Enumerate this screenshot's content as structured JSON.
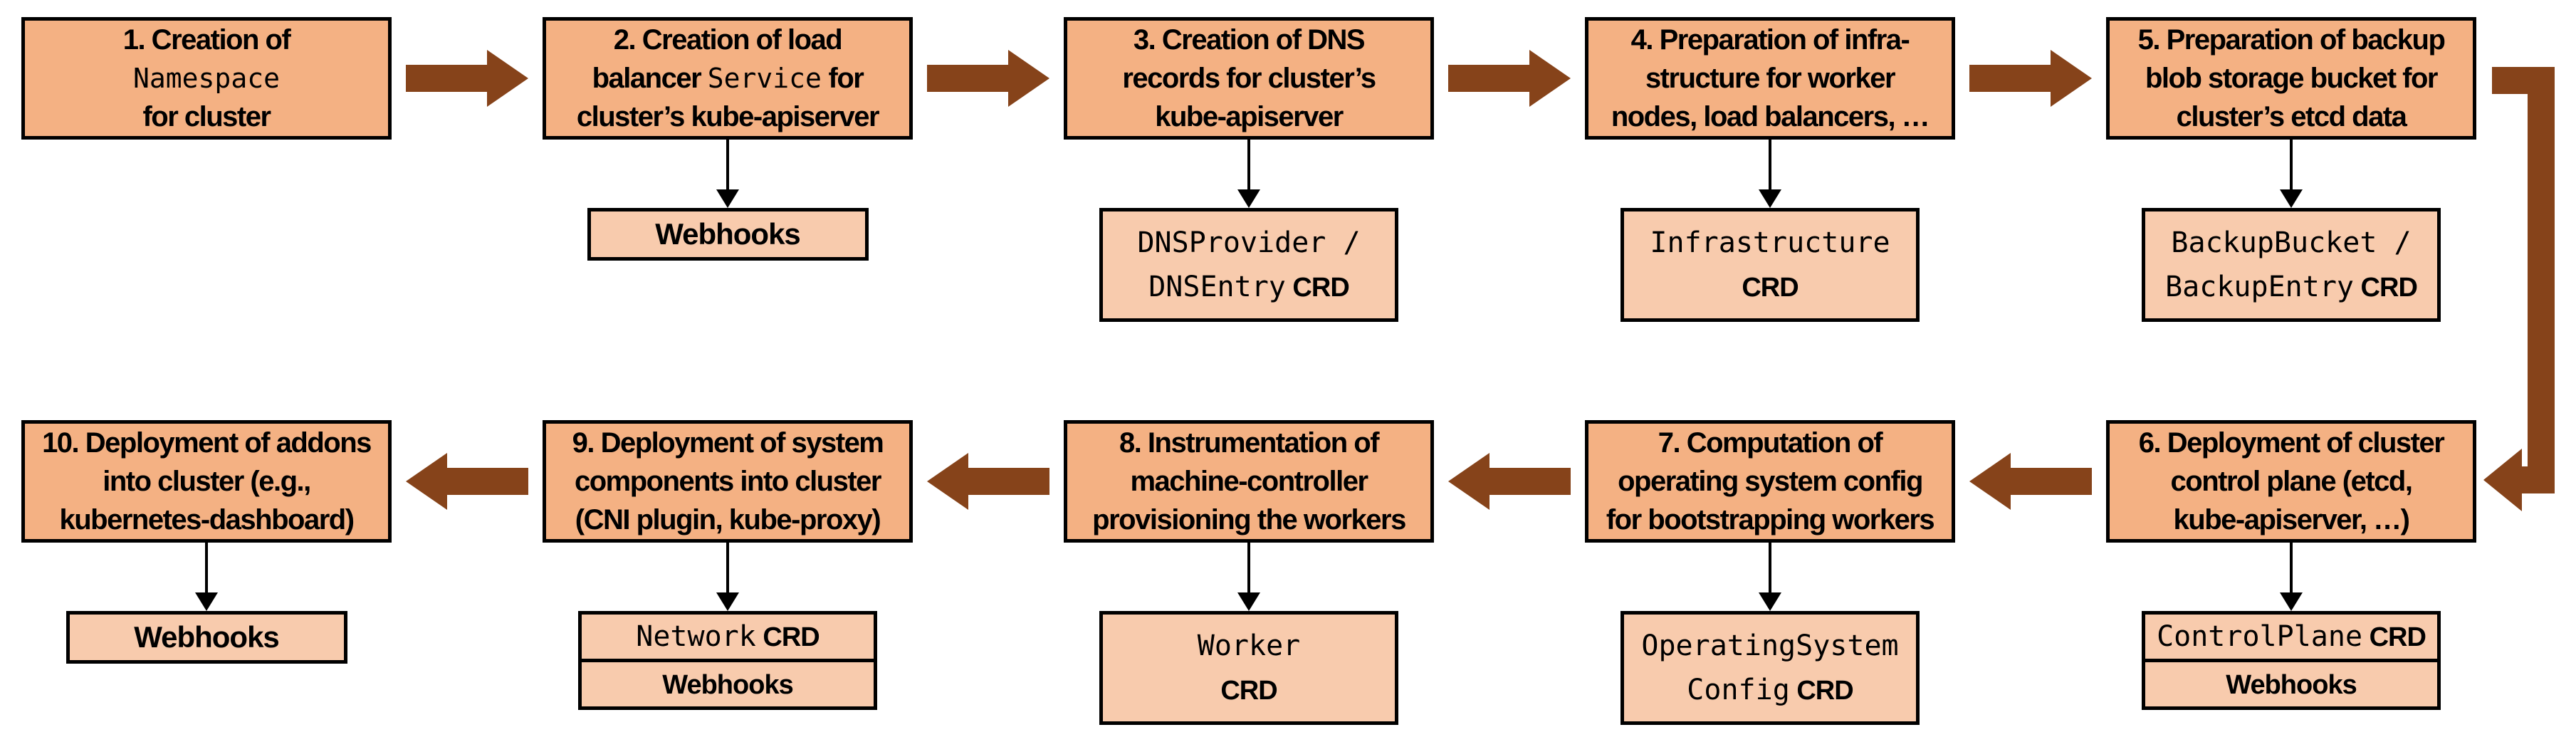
{
  "diagram": {
    "description": "Kubernetes cluster reconciliation flow, 10 steps with CRD and webhook extension points",
    "colors": {
      "step_fill": "#F4B183",
      "sub_fill": "#F8CBAD",
      "arrow": "#86431A",
      "border": "#000000"
    },
    "rows": [
      {
        "direction": "right",
        "steps": [
          {
            "id": 1,
            "lines": [
              [
                {
                  "t": "1. Creation of",
                  "s": "b"
                }
              ],
              [
                {
                  "t": "Namespace",
                  "s": "m"
                }
              ],
              [
                {
                  "t": "for cluster",
                  "s": "b"
                }
              ]
            ],
            "sub_boxes": []
          },
          {
            "id": 2,
            "lines": [
              [
                {
                  "t": "2. Creation of load",
                  "s": "b"
                }
              ],
              [
                {
                  "t": "balancer ",
                  "s": "b"
                },
                {
                  "t": "Service",
                  "s": "m"
                },
                {
                  "t": " for",
                  "s": "b"
                }
              ],
              [
                {
                  "t": "cluster’s kube-apiserver",
                  "s": "b"
                }
              ]
            ],
            "sub_boxes": [
              {
                "name": "webhooks-box",
                "kind": "single",
                "lines": [
                  [
                    {
                      "t": "Webhooks",
                      "s": "b"
                    }
                  ]
                ]
              }
            ]
          },
          {
            "id": 3,
            "lines": [
              [
                {
                  "t": "3. Creation of DNS",
                  "s": "b"
                }
              ],
              [
                {
                  "t": "records for cluster’s",
                  "s": "b"
                }
              ],
              [
                {
                  "t": "kube-apiserver",
                  "s": "b"
                }
              ]
            ],
            "sub_boxes": [
              {
                "name": "dnsprovider-dnsentry-crd-box",
                "kind": "tall",
                "lines": [
                  [
                    {
                      "t": "DNSProvider /",
                      "s": "m"
                    }
                  ],
                  [
                    {
                      "t": "DNSEntry",
                      "s": "m"
                    },
                    {
                      "t": " CRD",
                      "s": "b"
                    }
                  ]
                ]
              }
            ]
          },
          {
            "id": 4,
            "lines": [
              [
                {
                  "t": "4. Preparation of infra-",
                  "s": "b"
                }
              ],
              [
                {
                  "t": "structure for worker",
                  "s": "b"
                }
              ],
              [
                {
                  "t": "nodes, load balancers, …",
                  "s": "b"
                }
              ]
            ],
            "sub_boxes": [
              {
                "name": "infrastructure-crd-box",
                "kind": "tall",
                "lines": [
                  [
                    {
                      "t": "Infrastructure",
                      "s": "m"
                    }
                  ],
                  [
                    {
                      "t": "CRD",
                      "s": "b"
                    }
                  ]
                ]
              }
            ]
          },
          {
            "id": 5,
            "lines": [
              [
                {
                  "t": "5. Preparation of backup",
                  "s": "b"
                }
              ],
              [
                {
                  "t": "blob storage bucket for",
                  "s": "b"
                }
              ],
              [
                {
                  "t": "cluster’s etcd data",
                  "s": "b"
                }
              ]
            ],
            "sub_boxes": [
              {
                "name": "backupbucket-backupentry-crd-box",
                "kind": "tall",
                "lines": [
                  [
                    {
                      "t": "BackupBucket /",
                      "s": "m"
                    }
                  ],
                  [
                    {
                      "t": "BackupEntry",
                      "s": "m"
                    },
                    {
                      "t": " CRD",
                      "s": "b"
                    }
                  ]
                ]
              }
            ]
          }
        ]
      },
      {
        "direction": "left",
        "steps": [
          {
            "id": 10,
            "lines": [
              [
                {
                  "t": "10. Deployment of addons",
                  "s": "b"
                }
              ],
              [
                {
                  "t": "into cluster (e.g.,",
                  "s": "b"
                }
              ],
              [
                {
                  "t": "kubernetes-dashboard)",
                  "s": "b"
                }
              ]
            ],
            "sub_boxes": [
              {
                "name": "webhooks-box",
                "kind": "single",
                "lines": [
                  [
                    {
                      "t": "Webhooks",
                      "s": "b"
                    }
                  ]
                ]
              }
            ]
          },
          {
            "id": 9,
            "lines": [
              [
                {
                  "t": "9. Deployment of system",
                  "s": "b"
                }
              ],
              [
                {
                  "t": "components into cluster",
                  "s": "b"
                }
              ],
              [
                {
                  "t": "(CNI plugin, kube-proxy)",
                  "s": "b"
                }
              ]
            ],
            "sub_boxes": [
              {
                "name": "network-crd-box",
                "kind": "stacked",
                "lines": [
                  [
                    {
                      "t": "Network",
                      "s": "m"
                    },
                    {
                      "t": " CRD",
                      "s": "b"
                    }
                  ]
                ]
              },
              {
                "name": "webhooks-box",
                "kind": "stacked",
                "lines": [
                  [
                    {
                      "t": "Webhooks",
                      "s": "b"
                    }
                  ]
                ]
              }
            ]
          },
          {
            "id": 8,
            "lines": [
              [
                {
                  "t": "8. Instrumentation of",
                  "s": "b"
                }
              ],
              [
                {
                  "t": "machine-controller",
                  "s": "b"
                }
              ],
              [
                {
                  "t": "provisioning the workers",
                  "s": "b"
                }
              ]
            ],
            "sub_boxes": [
              {
                "name": "worker-crd-box",
                "kind": "tall",
                "lines": [
                  [
                    {
                      "t": "Worker",
                      "s": "m"
                    }
                  ],
                  [
                    {
                      "t": "CRD",
                      "s": "b"
                    }
                  ]
                ]
              }
            ]
          },
          {
            "id": 7,
            "lines": [
              [
                {
                  "t": "7. Computation of",
                  "s": "b"
                }
              ],
              [
                {
                  "t": "operating system config",
                  "s": "b"
                }
              ],
              [
                {
                  "t": "for bootstrapping workers",
                  "s": "b"
                }
              ]
            ],
            "sub_boxes": [
              {
                "name": "operatingsystemconfig-crd-box",
                "kind": "tall",
                "lines": [
                  [
                    {
                      "t": "OperatingSystem",
                      "s": "m"
                    }
                  ],
                  [
                    {
                      "t": "Config",
                      "s": "m"
                    },
                    {
                      "t": " CRD",
                      "s": "b"
                    }
                  ]
                ]
              }
            ]
          },
          {
            "id": 6,
            "lines": [
              [
                {
                  "t": "6. Deployment of cluster",
                  "s": "b"
                }
              ],
              [
                {
                  "t": "control plane (etcd,",
                  "s": "b"
                }
              ],
              [
                {
                  "t": "kube-apiserver, …)",
                  "s": "b"
                }
              ]
            ],
            "sub_boxes": [
              {
                "name": "controlplane-crd-box",
                "kind": "stacked",
                "lines": [
                  [
                    {
                      "t": "ControlPlane",
                      "s": "m"
                    },
                    {
                      "t": " CRD",
                      "s": "b"
                    }
                  ]
                ]
              },
              {
                "name": "webhooks-box",
                "kind": "stacked",
                "lines": [
                  [
                    {
                      "t": "Webhooks",
                      "s": "b"
                    }
                  ]
                ]
              }
            ]
          }
        ]
      }
    ]
  }
}
